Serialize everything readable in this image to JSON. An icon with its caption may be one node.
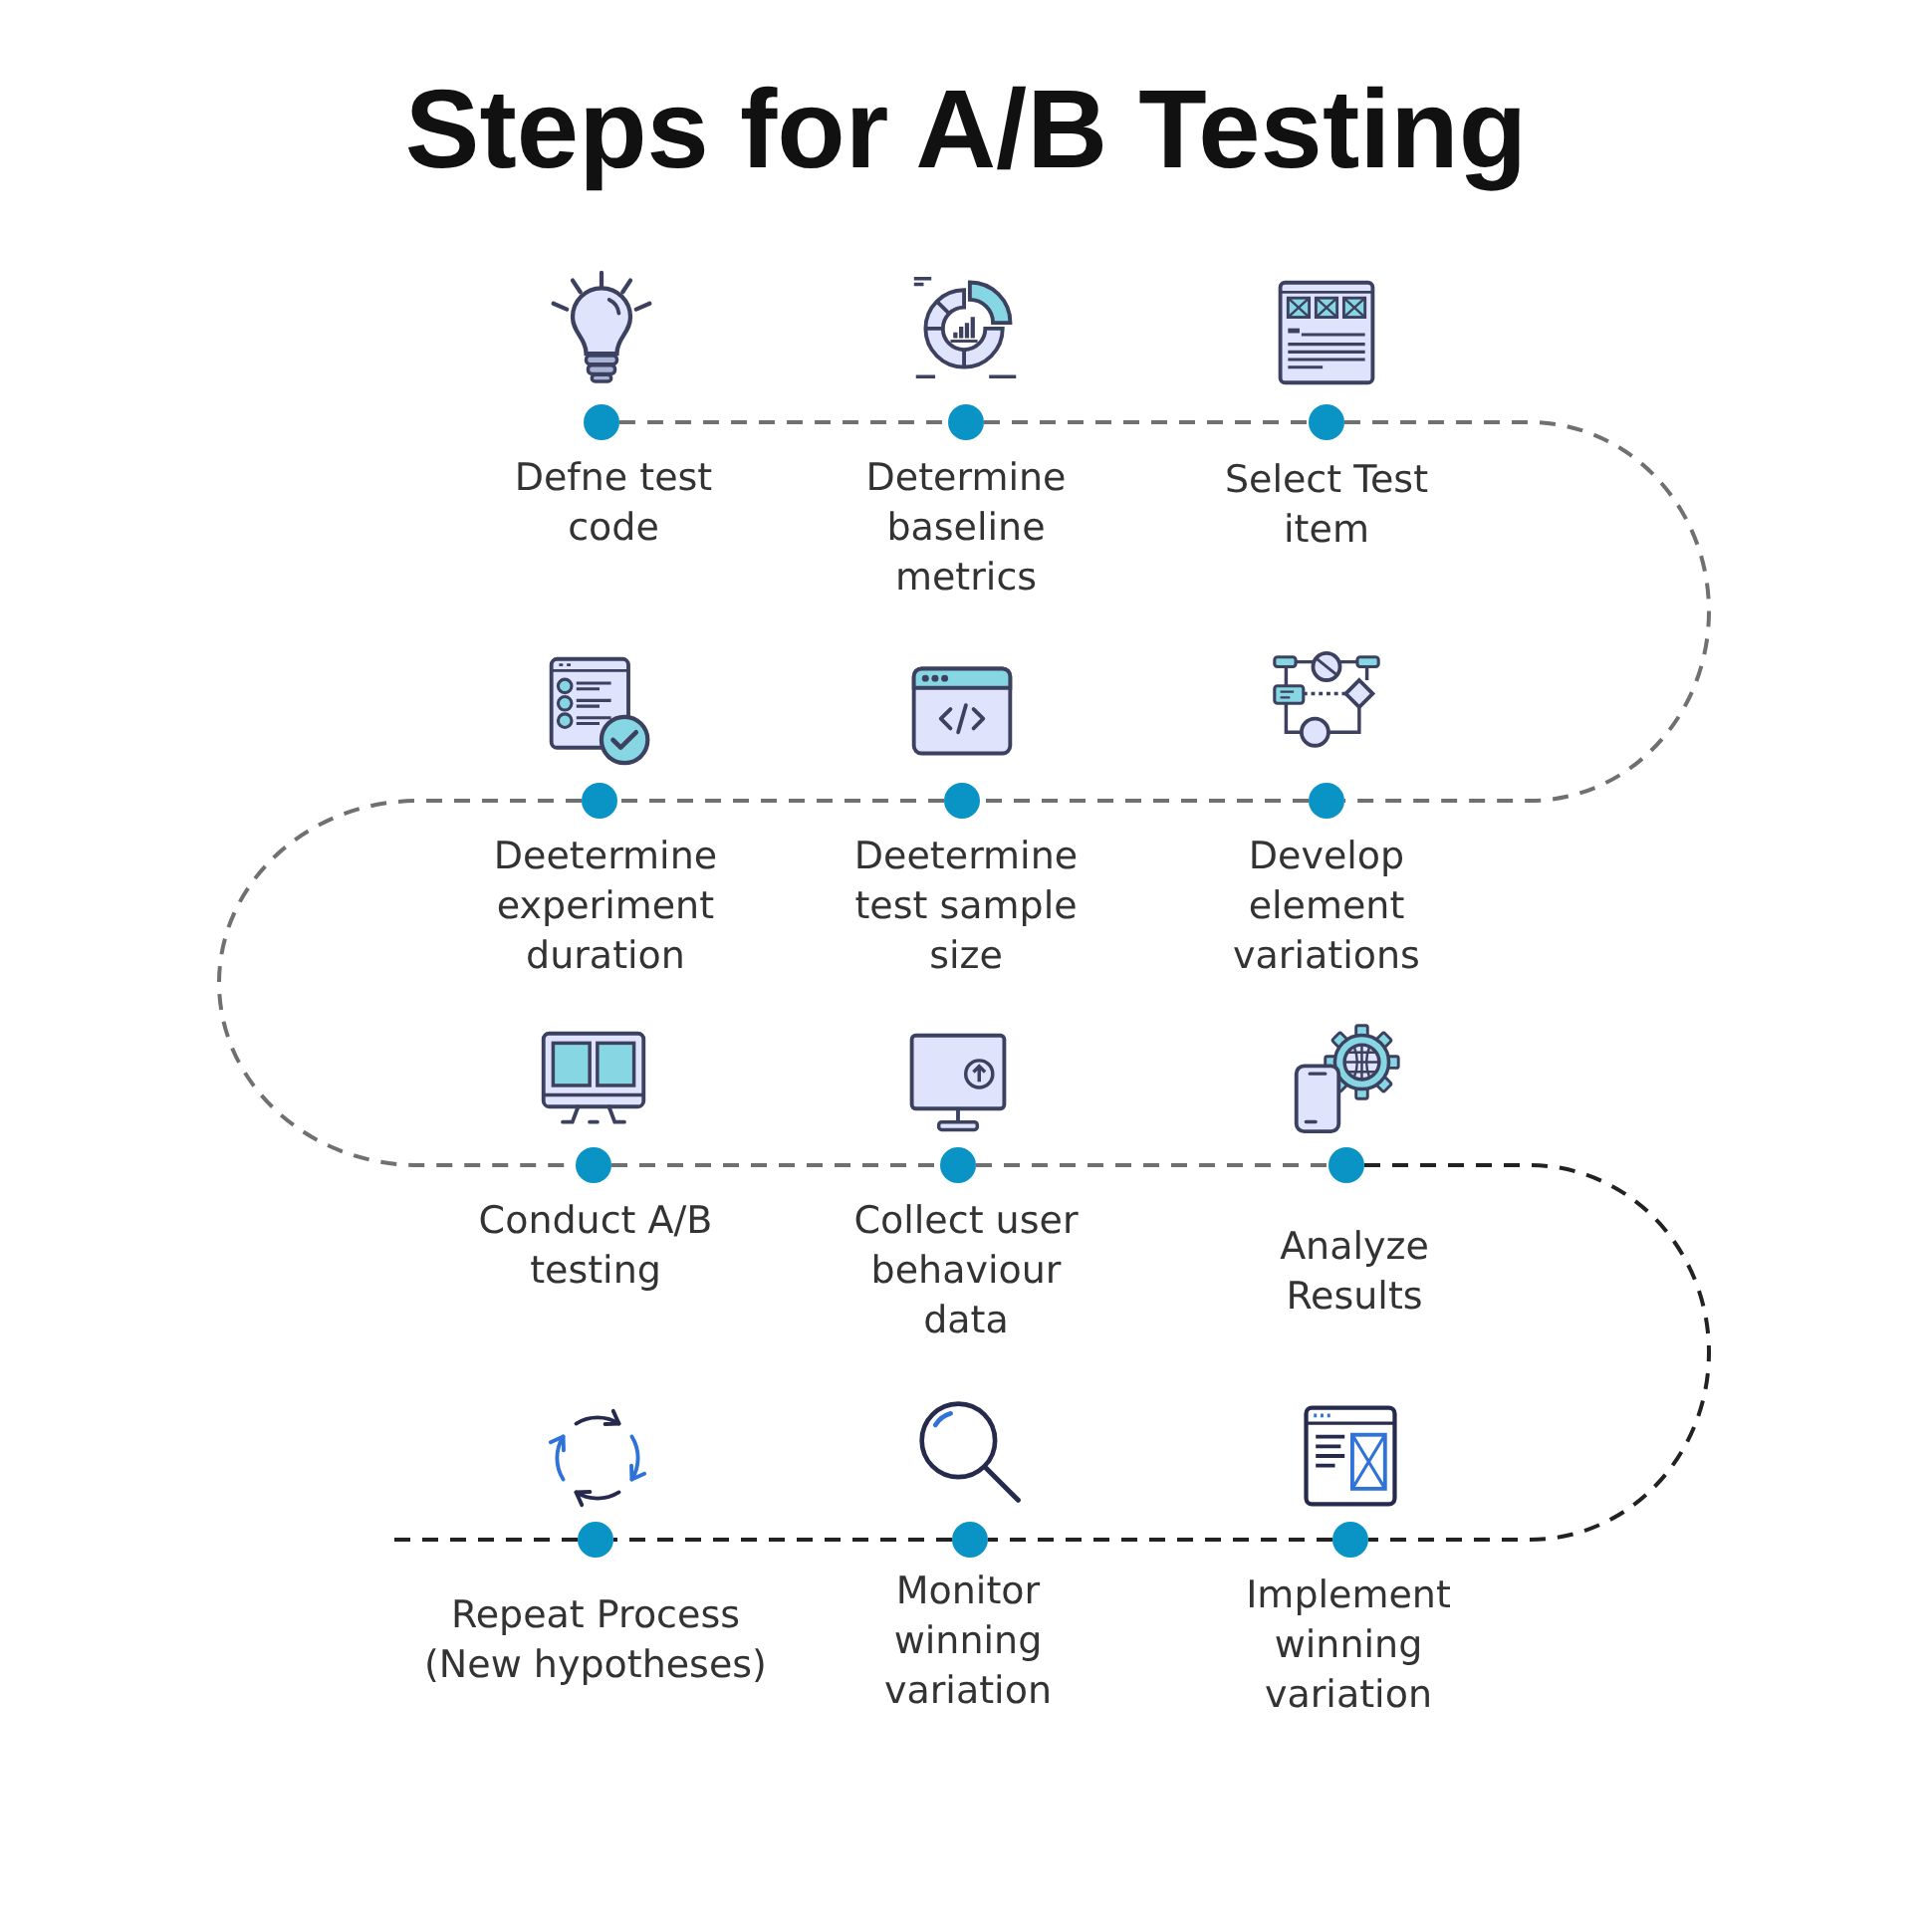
{
  "diagram": {
    "title": "Steps for A/B Testing",
    "nodes": [
      {
        "text": [],
        "shape": "circle",
        "beside": [
          "Defne test code"
        ]
      },
      {
        "text": [],
        "shape": "circle",
        "beside": [
          "Determine baseline metrics"
        ]
      },
      {
        "text": [],
        "shape": "circle",
        "beside": [
          "Select Test item"
        ]
      },
      {
        "text": [],
        "shape": "circle",
        "beside": [
          "Deetermine experiment duration"
        ]
      },
      {
        "text": [],
        "shape": "circle",
        "beside": [
          "Deetermine test sample size"
        ]
      },
      {
        "text": [],
        "shape": "circle",
        "beside": [
          "Develop element variations"
        ]
      },
      {
        "text": [],
        "shape": "circle",
        "beside": [
          "Conduct A/B testing"
        ]
      },
      {
        "text": [],
        "shape": "circle",
        "beside": [
          "Collect user behaviour data"
        ]
      },
      {
        "text": [],
        "shape": "circle",
        "beside": [
          "Analyze Results"
        ]
      },
      {
        "text": [],
        "shape": "circle",
        "beside": [
          "Repeat Process (New hypotheses)"
        ]
      },
      {
        "text": [],
        "shape": "circle",
        "beside": [
          "Monitor winning variation"
        ]
      },
      {
        "text": [],
        "shape": "circle",
        "beside": [
          "Implement winning variation"
        ]
      }
    ],
    "edges": [
      {
        "from": 0,
        "to": 1,
        "arrow": "none",
        "style": "dashed"
      },
      {
        "from": 1,
        "to": 2,
        "arrow": "none",
        "style": "dashed"
      },
      {
        "from": 2,
        "to": 5,
        "arrow": "none",
        "style": "dashed"
      },
      {
        "from": 5,
        "to": 4,
        "arrow": "none",
        "style": "dashed"
      },
      {
        "from": 4,
        "to": 3,
        "arrow": "none",
        "style": "dashed"
      },
      {
        "from": 3,
        "to": 6,
        "arrow": "none",
        "style": "dashed"
      },
      {
        "from": 6,
        "to": 7,
        "arrow": "none",
        "style": "dashed"
      },
      {
        "from": 7,
        "to": 8,
        "arrow": "none",
        "style": "dashed"
      },
      {
        "from": 8,
        "to": 11,
        "arrow": "none",
        "style": "dashed",
        "color": "#222222"
      },
      {
        "from": 11,
        "to": 10,
        "arrow": "none",
        "style": "dashed",
        "color": "#222222"
      },
      {
        "from": 10,
        "to": 9,
        "arrow": "none",
        "style": "dashed",
        "color": "#222222"
      },
      {
        "from": 9,
        "to": null,
        "arrow": "none",
        "style": "dashed",
        "color": "#222222"
      }
    ]
  }
}
